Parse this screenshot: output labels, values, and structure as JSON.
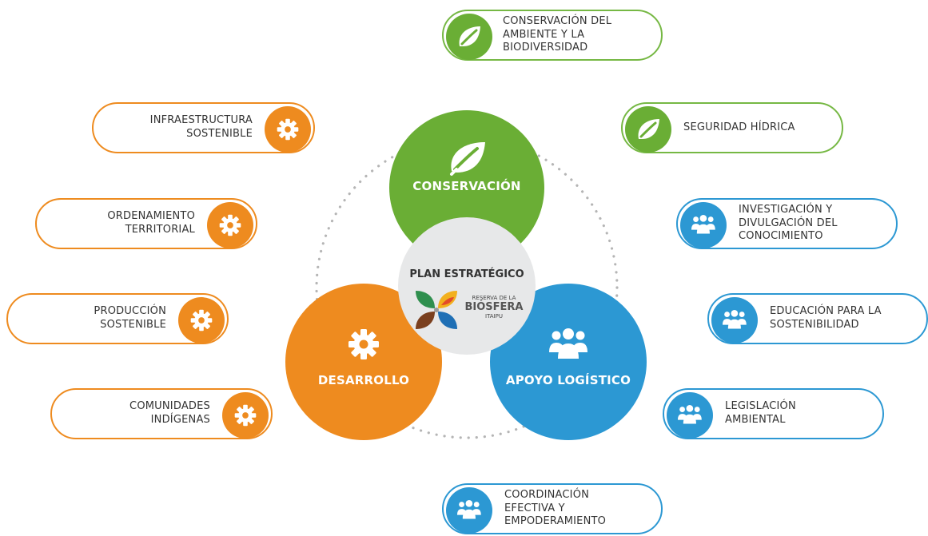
{
  "center": {
    "title": "PLAN ESTRATÉGICO",
    "logo_line1": "RESERVA DE LA",
    "logo_line2": "BIÓSFERA",
    "logo_line3": "ITAIPU"
  },
  "circles": {
    "conservacion": {
      "label": "CONSERVACIÓN",
      "icon": "leaf-icon",
      "color": "#6aae35"
    },
    "desarrollo": {
      "label": "DESARROLLO",
      "icon": "gear-icon",
      "color": "#ee8b1f"
    },
    "apoyo": {
      "label": "APOYO LOGÍSTICO",
      "icon": "people-icon",
      "color": "#2c98d3"
    }
  },
  "pills": {
    "conservacion_ambiente": {
      "lines": [
        "CONSERVACIÓN DEL",
        "AMBIENTE Y LA",
        "BIODIVERSIDAD"
      ],
      "icon": "leaf-icon"
    },
    "seguridad_hidrica": {
      "lines": [
        "SEGURIDAD HÍDRICA"
      ],
      "icon": "leaf-icon"
    },
    "infraestructura": {
      "lines": [
        "INFRAESTRUCTURA",
        "SOSTENIBLE"
      ],
      "icon": "gear-icon"
    },
    "ordenamiento": {
      "lines": [
        "ORDENAMIENTO",
        "TERRITORIAL"
      ],
      "icon": "gear-icon"
    },
    "produccion": {
      "lines": [
        "PRODUCCIÓN",
        "SOSTENIBLE"
      ],
      "icon": "gear-icon"
    },
    "comunidades": {
      "lines": [
        "COMUNIDADES",
        "INDÍGENAS"
      ],
      "icon": "gear-icon"
    },
    "investigacion": {
      "lines": [
        "INVESTIGACIÓN Y",
        "DIVULGACIÓN DEL",
        "CONOCIMIENTO"
      ],
      "icon": "people-icon"
    },
    "educacion": {
      "lines": [
        "EDUCACIÓN PARA LA",
        "SOSTENIBILIDAD"
      ],
      "icon": "people-icon"
    },
    "legislacion": {
      "lines": [
        "LEGISLACIÓN",
        "AMBIENTAL"
      ],
      "icon": "people-icon"
    },
    "coordinacion": {
      "lines": [
        "COORDINACIÓN",
        "EFECTIVA Y",
        "EMPODERAMIENTO"
      ],
      "icon": "people-icon"
    }
  },
  "colors": {
    "green": "#6aae35",
    "orange": "#ee8b1f",
    "blue": "#2c98d3",
    "center_bg": "#e7e8e9",
    "dots": "#b5b5b5"
  }
}
